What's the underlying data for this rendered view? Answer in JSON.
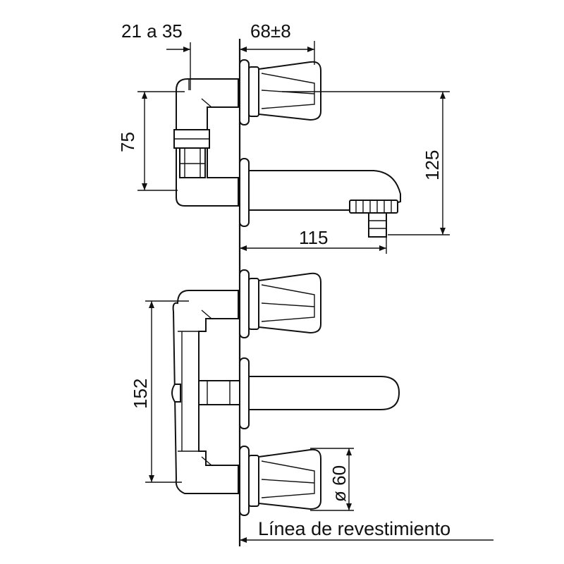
{
  "dimensions": {
    "offset_range": "21 a 35",
    "handle_projection": "68±8",
    "handle_to_spout_height": "75",
    "handle_to_outlet_drop": "125",
    "spout_reach": "115",
    "bottom_centers": "152",
    "handle_diameter": "ø 60"
  },
  "wall_label": "Línea de revestimiento"
}
